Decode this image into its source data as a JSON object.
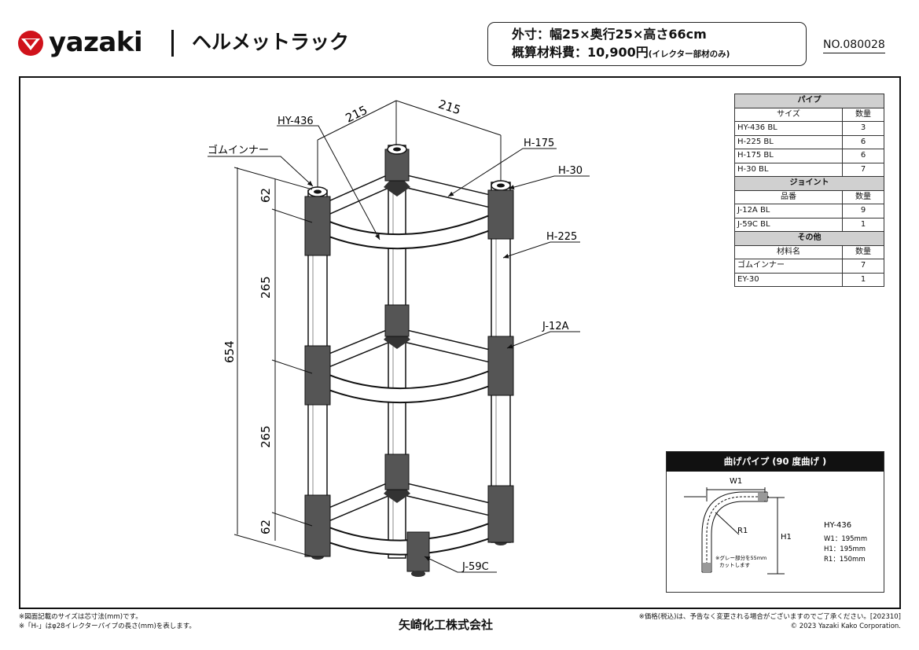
{
  "header": {
    "brand": "yazaki",
    "product_name": "ヘルメットラック",
    "dimensions": "外寸：幅25×奥行25×高さ66cm",
    "price_label": "概算材料費：10,900円",
    "price_note": "(イレクター部材のみ)",
    "doc_number": "NO.080028"
  },
  "parts_table": {
    "sections": [
      {
        "title": "パイプ",
        "col1": "サイズ",
        "col2": "数量",
        "rows": [
          {
            "name": "HY-436 BL",
            "qty": "3"
          },
          {
            "name": "H-225 BL",
            "qty": "6"
          },
          {
            "name": "H-175 BL",
            "qty": "6"
          },
          {
            "name": "H-30 BL",
            "qty": "7"
          }
        ]
      },
      {
        "title": "ジョイント",
        "col1": "品番",
        "col2": "数量",
        "rows": [
          {
            "name": "J-12A BL",
            "qty": "9"
          },
          {
            "name": "J-59C BL",
            "qty": "1"
          }
        ]
      },
      {
        "title": "その他",
        "col1": "材料名",
        "col2": "数量",
        "rows": [
          {
            "name": "ゴムインナー",
            "qty": "7"
          },
          {
            "name": "EY-30",
            "qty": "1"
          }
        ]
      }
    ]
  },
  "drawing": {
    "labels": {
      "hy436": "HY-436",
      "rubber_inner": "ゴムインナー",
      "h175": "H-175",
      "h30": "H-30",
      "h225": "H-225",
      "j12a": "J-12A",
      "j59c": "J-59C"
    },
    "dims": {
      "width_left": "215",
      "width_right": "215",
      "top_gap": "62",
      "mid_gap_1": "265",
      "total_height": "654",
      "mid_gap_2": "265",
      "bottom_gap": "62"
    }
  },
  "inset": {
    "title": "曲げパイプ (90 度曲げ )",
    "w1_label": "W1",
    "h1_label": "H1",
    "r1_label": "R1",
    "note_line1": "※グレー部分を55mm",
    "note_line2": "カットします",
    "spec_name": "HY-436",
    "spec_w1": "W1：195mm",
    "spec_h1": "H1：195mm",
    "spec_r1": "R1：150mm"
  },
  "footer": {
    "note1": "※図面記載のサイズは芯寸法(mm)です。",
    "note2": "※「H-」はφ28イレクターパイプの長さ(mm)を表します。",
    "company": "矢崎化工株式会社",
    "notice": "※価格(税込)は、予告なく変更される場合がございますのでご了承ください。[202310]",
    "copyright": "© 2023 Yazaki Kako  Corporation."
  },
  "colors": {
    "brand_red": "#d0121b",
    "table_section_bg": "#d0d0d0",
    "inset_title_bg": "#111111"
  }
}
